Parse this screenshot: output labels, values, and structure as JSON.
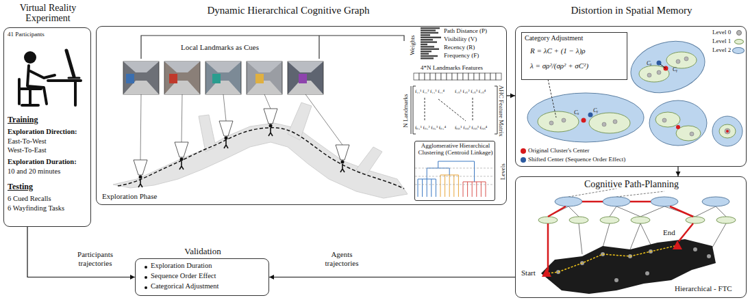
{
  "diagram": {
    "nodes": [
      {
        "text": [
          "Virtual Reality Experiment",
          "41 Participants",
          "Training",
          "Exploration Direction:",
          "East-To-West",
          "West-To-East",
          "Exploration Duration:",
          "10 and 20 minutes",
          "Testing",
          "6 Cued Recalls",
          "6 Wayfinding Tasks"
        ]
      },
      {
        "text": [
          "Dynamic Hierarchical Cognitive Graph",
          "Local Landmarks as Cues",
          "Exploration Phase"
        ]
      },
      {
        "text": [
          "Agglomerative Hierarchical Clustering (Centroid Linkage)",
          "Levels"
        ],
        "in": 1
      },
      {
        "text": [
          "Distortion in Spatial Memory"
        ]
      },
      {
        "text": [
          "Category Adjustment",
          "R = λC + (1 − λ)ρ",
          "λ = σρ²/(σρ² + σC²)"
        ],
        "in": 3
      },
      {
        "text": [
          "Cognitive Path-Planning",
          "Start",
          "End",
          "Hierarchical - FTC"
        ]
      },
      {
        "text": [
          "Validation",
          "Exploration Duration",
          "Sequence Order Effect",
          "Categorical Adjustment"
        ]
      }
    ],
    "edges": [
      {
        "from": 0,
        "to": 6,
        "arrow": "to",
        "label": "Participants trajectories"
      },
      {
        "from": 5,
        "to": 6,
        "arrow": "to",
        "label": "Agents trajectories"
      },
      {
        "from": 1,
        "to": 3,
        "arrow": "to"
      },
      {
        "from": 3,
        "to": 5,
        "arrow": "to"
      }
    ],
    "labels": [
      "Path Distance (P)",
      "Visibility (V)",
      "Recency (R)",
      "Frequency (F)",
      "Weights",
      "4*N Landmarks Features",
      "N Landmarks",
      "AHC Feature Matrix",
      "f₁₁¹ f₁₁² f₁₁³ f₁₁⁴",
      "f₁ₙ¹ f₁ₙ² f₁ₙ³ f₁ₙ⁴",
      "fₙ₁¹ fₙ₁² fₙ₁³ fₙ₁⁴",
      "fₙₙ¹ fₙₙ² fₙₙ³ fₙₙ⁴",
      "Cₓ",
      "Cᵧ",
      "Cₓ",
      "Cᵧ"
    ],
    "legend": [
      {
        "text": "Level 0",
        "color": "#b5b5b5"
      },
      {
        "text": "Level 1",
        "color": "#e3efd3"
      },
      {
        "text": "Level 2",
        "color": "#bcd5ee"
      },
      {
        "text": "Original Cluster's Center",
        "color": "#d7191c"
      },
      {
        "text": "Shifted Center (Sequence Order Effect)",
        "color": "#2c5aa0"
      }
    ]
  }
}
